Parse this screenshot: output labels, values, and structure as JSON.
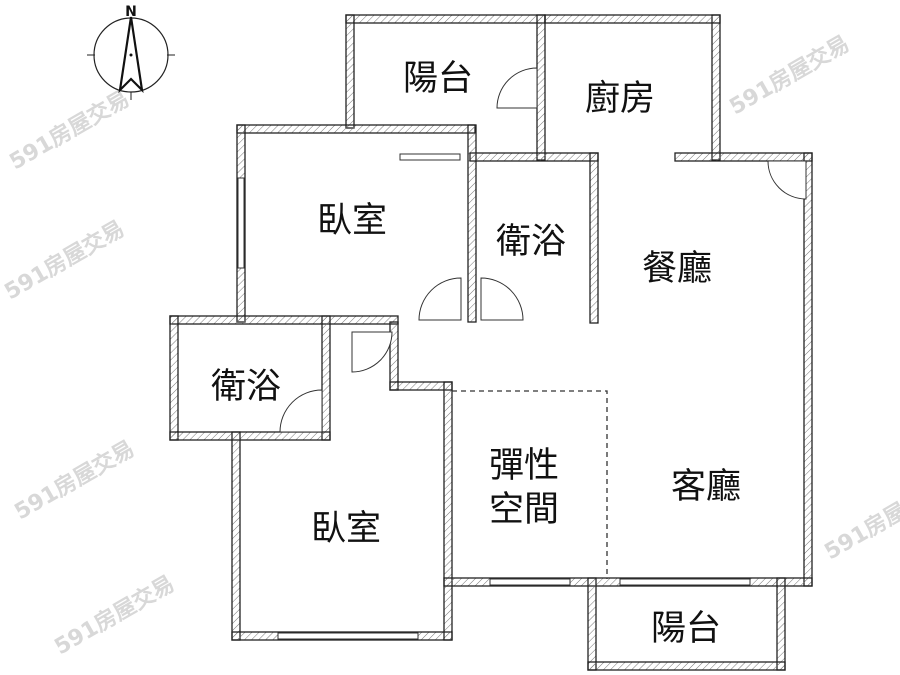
{
  "plan": {
    "compass_label": "N",
    "watermark": "591房屋交易",
    "rooms": {
      "balcony_top": "陽台",
      "kitchen": "廚房",
      "bedroom_top": "臥室",
      "bath_top": "衛浴",
      "dining": "餐廳",
      "bath_left": "衛浴",
      "flex_line1": "彈性",
      "flex_line2": "空間",
      "living": "客廳",
      "bedroom_bottom": "臥室",
      "balcony_bottom": "陽台"
    }
  }
}
